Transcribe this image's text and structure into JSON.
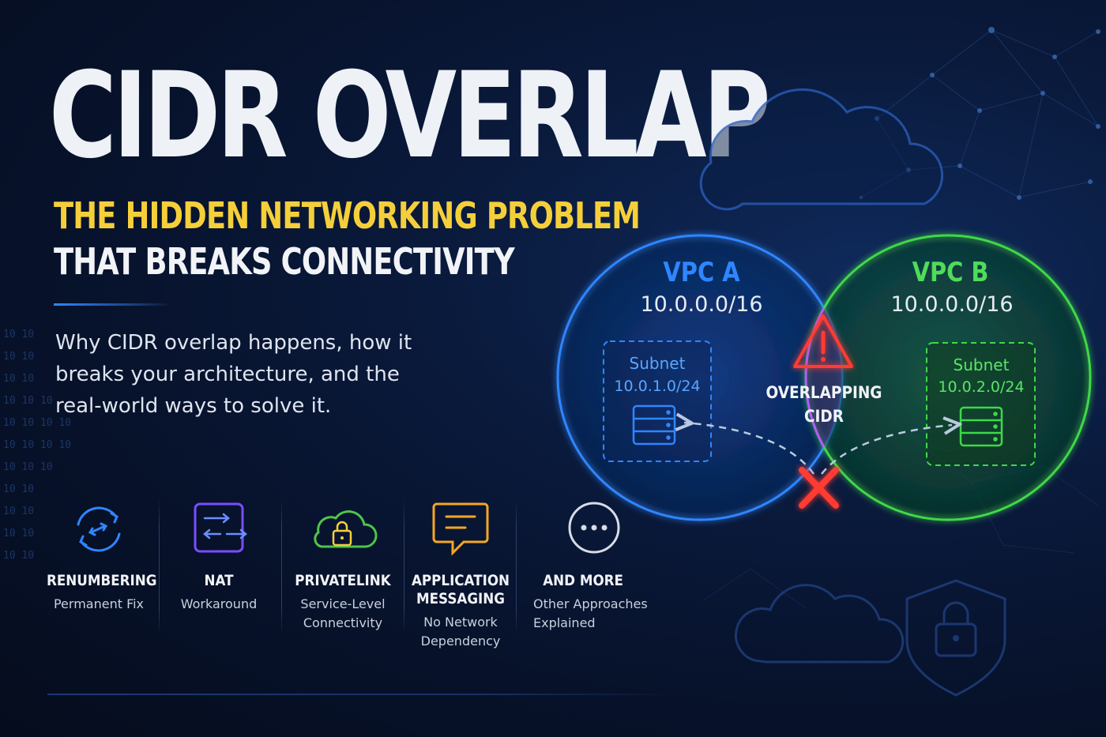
{
  "header": {
    "title": "CIDR OVERLAP",
    "subtitle_line1": "THE HIDDEN NETWORKING PROBLEM",
    "subtitle_line2": "THAT BREAKS CONNECTIVITY"
  },
  "description": {
    "line1": "Why CIDR overlap happens, how it",
    "line2": "breaks your architecture, and the",
    "line3": "real-world ways to solve it."
  },
  "decor": {
    "binary_text": "10 10\n10 10\n10 10\n10 10 10\n10 10 10 10\n10 10 10 10\n10 10 10\n10 10\n10 10\n10 10\n10 10"
  },
  "diagram": {
    "vpc_a": {
      "name": "VPC A",
      "cidr": "10.0.0.0/16",
      "subnet_label": "Subnet",
      "subnet_cidr": "10.0.1.0/24"
    },
    "vpc_b": {
      "name": "VPC B",
      "cidr": "10.0.0.0/16",
      "subnet_label": "Subnet",
      "subnet_cidr": "10.0.2.0/24"
    },
    "overlap": {
      "line1": "OVERLAPPING",
      "line2": "CIDR"
    }
  },
  "features": [
    {
      "icon": "refresh-arrows-icon",
      "name": "RENUMBERING",
      "desc1": "Permanent Fix",
      "desc2": ""
    },
    {
      "icon": "nat-arrows-icon",
      "name": "NAT",
      "desc1": "Workaround",
      "desc2": ""
    },
    {
      "icon": "cloud-lock-icon",
      "name": "PRIVATELINK",
      "desc1": "Service-Level",
      "desc2": "Connectivity"
    },
    {
      "icon": "message-icon",
      "name1": "APPLICATION",
      "name2": "MESSAGING",
      "desc1": "No Network",
      "desc2": "Dependency"
    },
    {
      "icon": "more-dots-icon",
      "name": "AND MORE",
      "desc1": "Other Approaches",
      "desc2": "Explained"
    }
  ],
  "colors": {
    "background": "#07122b",
    "title": "#eef1f6",
    "subtitle_accent": "#f5cf3a",
    "vpc_a": "#2f86ff",
    "vpc_b": "#3fd84a",
    "overlap": "#b45bff",
    "warning": "#ff3b30"
  }
}
